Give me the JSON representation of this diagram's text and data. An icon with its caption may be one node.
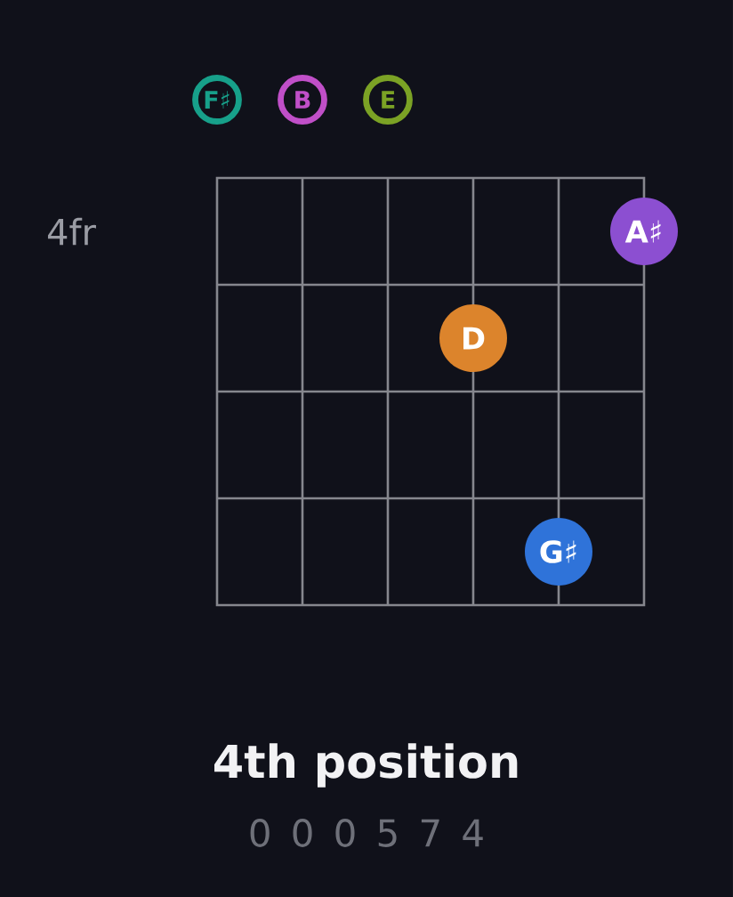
{
  "diagram": {
    "title": "4th position",
    "nodes": [
      {
        "text": [
          "F♯"
        ]
      },
      {
        "text": [
          "B"
        ]
      },
      {
        "text": [
          "E"
        ]
      },
      {
        "text": [
          "A♯"
        ]
      },
      {
        "text": [
          "D"
        ]
      },
      {
        "text": [
          "G♯"
        ]
      }
    ],
    "labels": [
      "4fr",
      "0 0 0 5 7 4"
    ]
  }
}
